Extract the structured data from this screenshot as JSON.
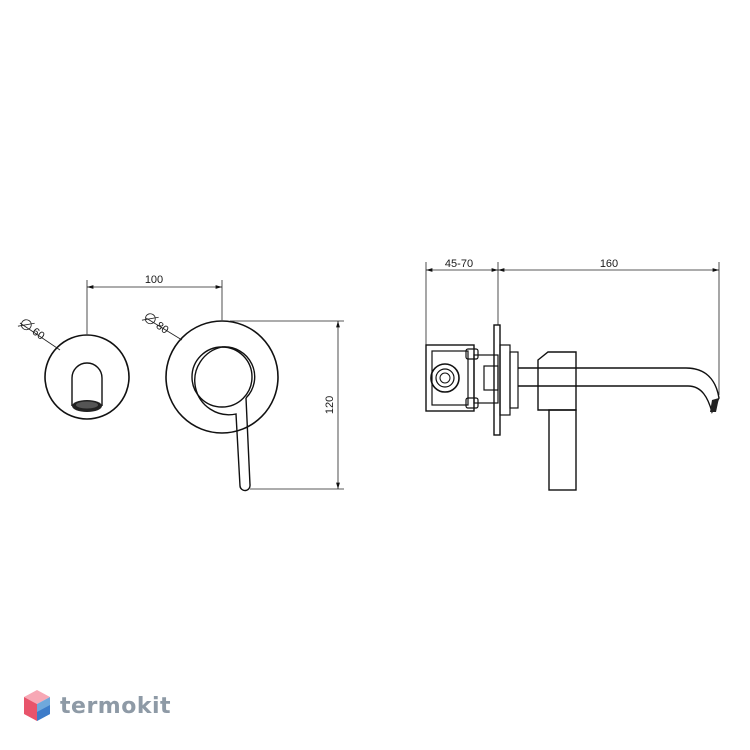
{
  "dimensions": {
    "diameter_spout": "60",
    "diameter_mixer": "80",
    "spacing": "100",
    "height": "120",
    "wall_depth": "45-70",
    "spout_length": "160"
  },
  "logo": {
    "text": "termokit",
    "colors": [
      "#e8546b",
      "#f7a8b5",
      "#6fa8dc",
      "#3d7cc9"
    ]
  }
}
